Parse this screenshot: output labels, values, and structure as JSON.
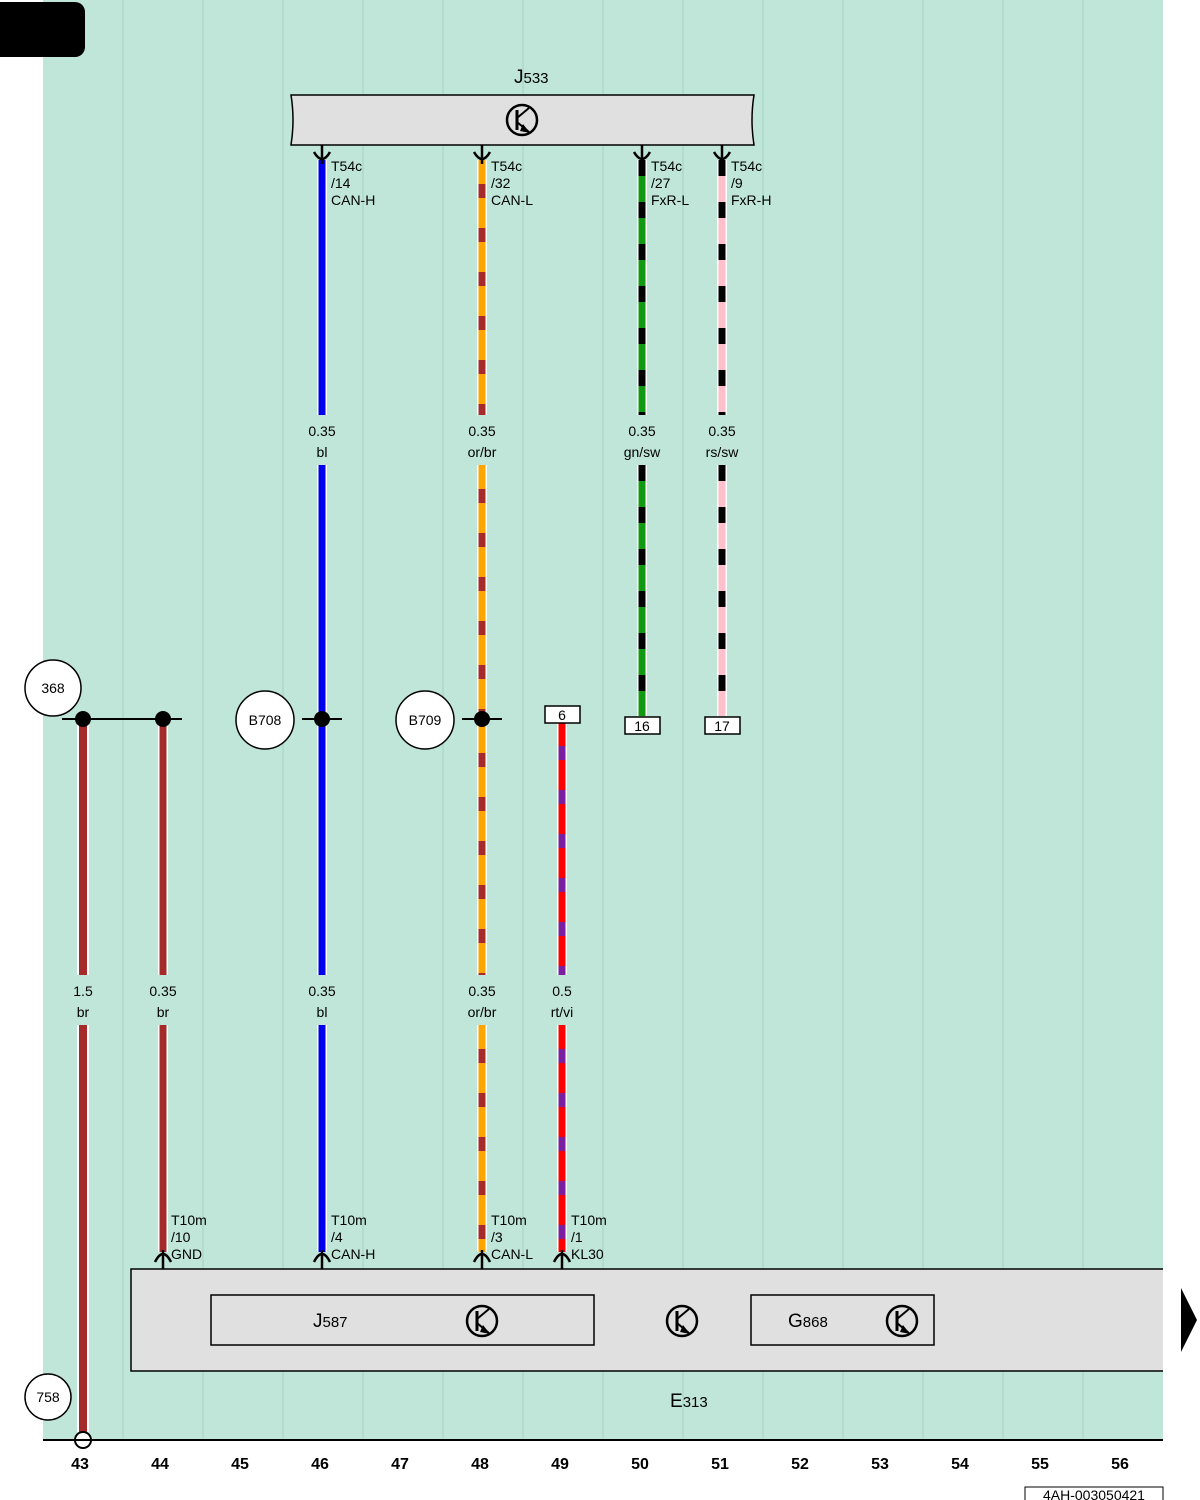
{
  "colors": {
    "background": "#c0e6d9",
    "component_fill": "#e0e0e0",
    "bl": "#0000ee",
    "br": "#a52a2a",
    "or": "#ffa500",
    "gn": "#119911",
    "sw": "#000000",
    "rs": "#ffc0cb",
    "rt": "#ff0000",
    "vi": "#7a1fa0"
  },
  "components": {
    "top": {
      "name": "J",
      "sub": "533",
      "icon": "transistor-icon"
    },
    "bottom": {
      "name": "E",
      "sub": "313"
    },
    "inner_left": {
      "name": "J",
      "sub": "587",
      "icon": "transistor-icon"
    },
    "inner_right": {
      "name": "G",
      "sub": "868",
      "icon": "transistor-icon"
    },
    "middle_icon": "transistor-icon"
  },
  "top_pins": [
    {
      "conn": "T54c",
      "pin": "/14",
      "signal": "CAN-H"
    },
    {
      "conn": "T54c",
      "pin": "/32",
      "signal": "CAN-L"
    },
    {
      "conn": "T54c",
      "pin": "/27",
      "signal": "FxR-L"
    },
    {
      "conn": "T54c",
      "pin": "/9",
      "signal": "FxR-H"
    }
  ],
  "bottom_pins": [
    {
      "conn": "T10m",
      "pin": "/10",
      "signal": "GND"
    },
    {
      "conn": "T10m",
      "pin": "/4",
      "signal": "CAN-H"
    },
    {
      "conn": "T10m",
      "pin": "/3",
      "signal": "CAN-L"
    },
    {
      "conn": "T10m",
      "pin": "/1",
      "signal": "KL30"
    }
  ],
  "wire_labels_upper": [
    {
      "size": "0.35",
      "color": "bl"
    },
    {
      "size": "0.35",
      "color": "or/br"
    },
    {
      "size": "0.35",
      "color": "gn/sw"
    },
    {
      "size": "0.35",
      "color": "rs/sw"
    }
  ],
  "wire_labels_lower": [
    {
      "size": "1.5",
      "color": "br"
    },
    {
      "size": "0.35",
      "color": "br"
    },
    {
      "size": "0.35",
      "color": "bl"
    },
    {
      "size": "0.35",
      "color": "or/br"
    },
    {
      "size": "0.5",
      "color": "rt/vi"
    }
  ],
  "circle_refs": [
    "368",
    "B708",
    "B709",
    "758"
  ],
  "box_refs": [
    "6",
    "16",
    "17"
  ],
  "columns": [
    "43",
    "44",
    "45",
    "46",
    "47",
    "48",
    "49",
    "50",
    "51",
    "52",
    "53",
    "54",
    "55",
    "56"
  ],
  "doc_id": "4AH-003050421"
}
